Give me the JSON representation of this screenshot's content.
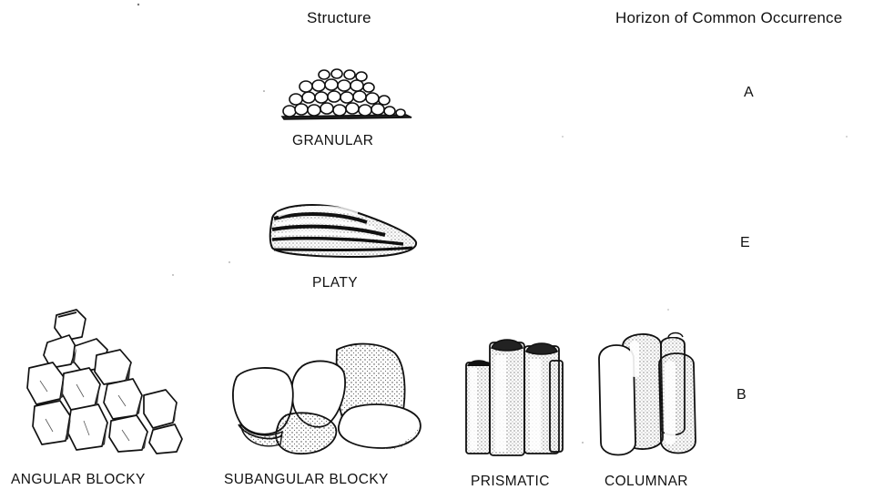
{
  "headers": {
    "structure": "Structure",
    "horizon": "Horizon of Common Occurrence"
  },
  "rows": [
    {
      "horizon": "A",
      "structures": [
        {
          "label": "GRANULAR",
          "icon": "granular-icon"
        }
      ]
    },
    {
      "horizon": "E",
      "structures": [
        {
          "label": "PLATY",
          "icon": "platy-icon"
        }
      ]
    },
    {
      "horizon": "B",
      "structures": [
        {
          "label": "ANGULAR BLOCKY",
          "icon": "angular-blocky-icon"
        },
        {
          "label": "SUBANGULAR BLOCKY",
          "icon": "subangular-blocky-icon"
        },
        {
          "label": "PRISMATIC",
          "icon": "prismatic-icon"
        },
        {
          "label": "COLUMNAR",
          "icon": "columnar-icon"
        }
      ]
    }
  ]
}
